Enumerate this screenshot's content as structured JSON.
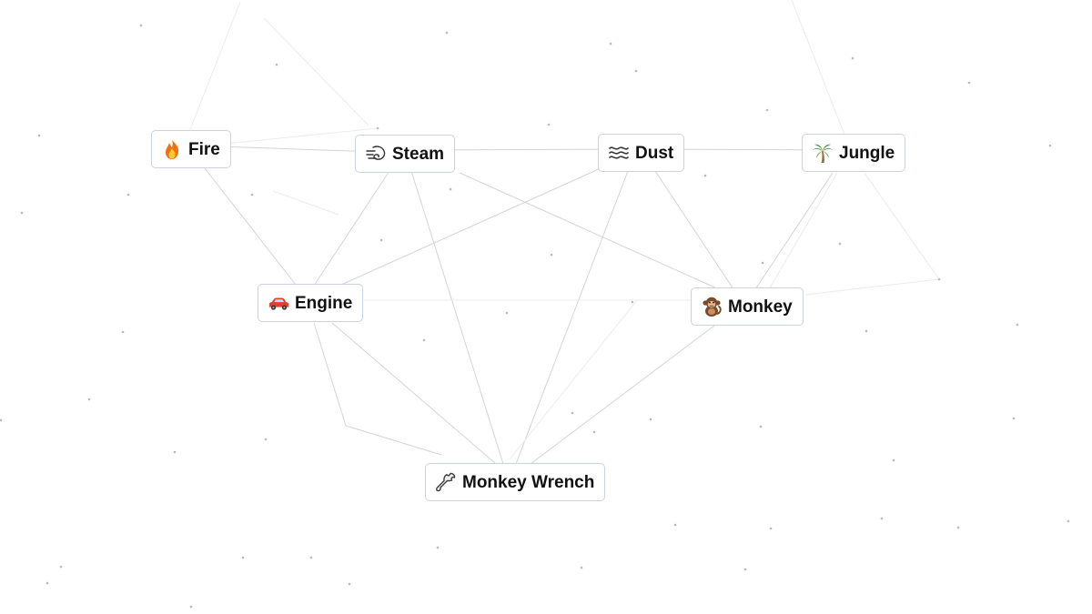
{
  "elements": [
    {
      "id": "fire",
      "label": "Fire",
      "icon": "fire-icon"
    },
    {
      "id": "steam",
      "label": "Steam",
      "icon": "steam-icon"
    },
    {
      "id": "dust",
      "label": "Dust",
      "icon": "dust-icon"
    },
    {
      "id": "jungle",
      "label": "Jungle",
      "icon": "palm-tree-icon"
    },
    {
      "id": "engine",
      "label": "Engine",
      "icon": "car-icon"
    },
    {
      "id": "monkey",
      "label": "Monkey",
      "icon": "monkey-icon"
    },
    {
      "id": "wrench",
      "label": "Monkey Wrench",
      "icon": "wrench-icon"
    }
  ],
  "colors": {
    "background": "#ffffff",
    "item_border": "#c8d3e0",
    "connector": "#d6d6d6",
    "dot": "#b9b9b9"
  }
}
